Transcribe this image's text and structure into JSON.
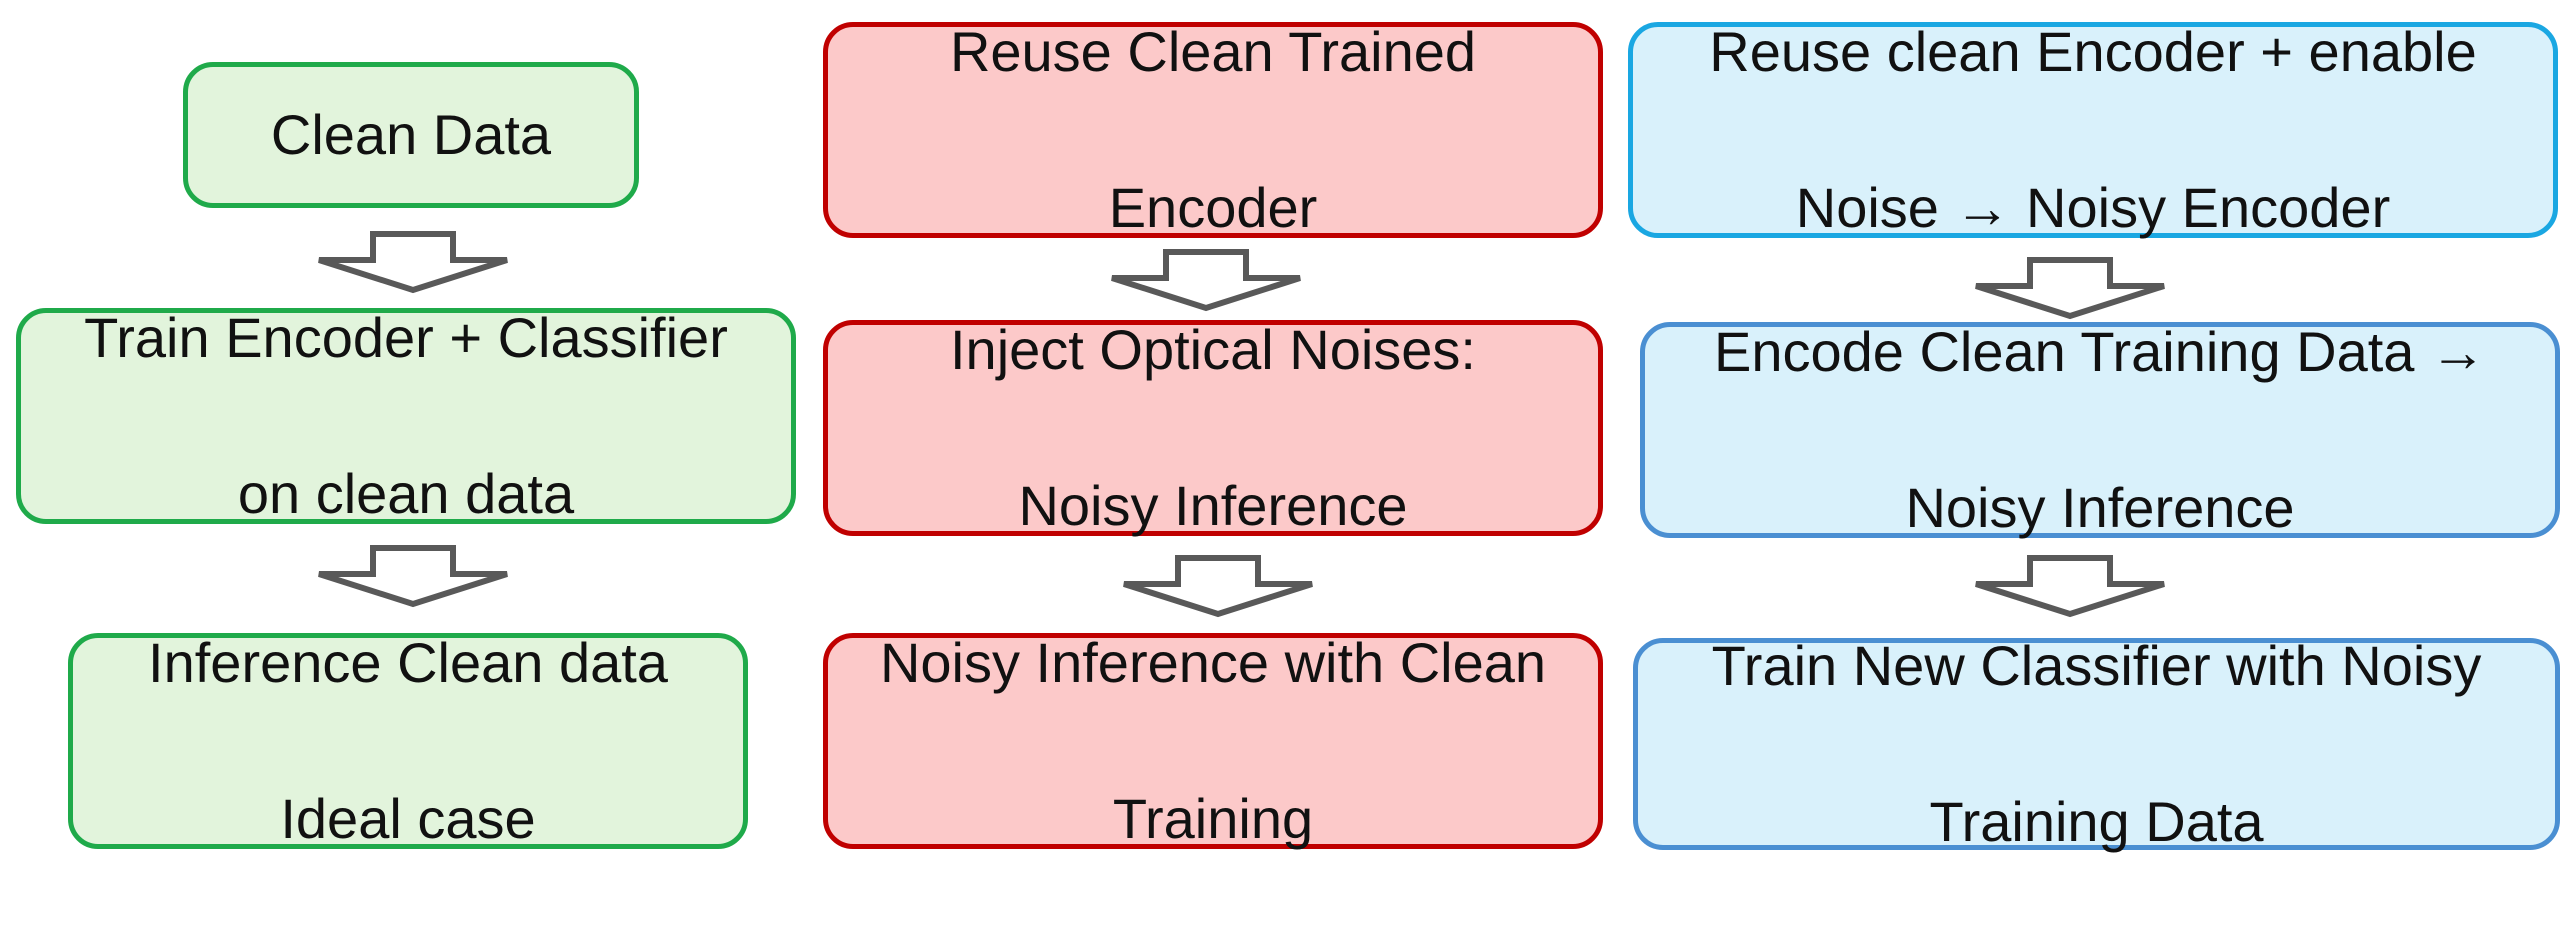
{
  "columns": [
    {
      "name": "clean",
      "boxes": [
        {
          "line1": "Clean Data",
          "line2": ""
        },
        {
          "line1": "Train Encoder + Classifier",
          "line2": "on clean data"
        },
        {
          "line1": "Inference Clean data",
          "line2": "Ideal case"
        }
      ]
    },
    {
      "name": "noisy-inference",
      "boxes": [
        {
          "line1": "Reuse Clean Trained",
          "line2": "Encoder"
        },
        {
          "line1": "Inject Optical Noises:",
          "line2": "Noisy Inference"
        },
        {
          "line1": "Noisy Inference with Clean",
          "line2": "Training"
        }
      ]
    },
    {
      "name": "noisy-training",
      "boxes": [
        {
          "line1": "Reuse clean Encoder + enable",
          "line2": "Noise → Noisy Encoder"
        },
        {
          "line1": "Encode Clean Training Data →",
          "line2": "Noisy Inference"
        },
        {
          "line1": "Train New Classifier with Noisy",
          "line2": "Training Data"
        }
      ]
    }
  ],
  "colors": {
    "green_fill": "#e2f4dc",
    "green_border": "#1faa4a",
    "red_fill": "#fcc9c9",
    "red_border": "#c00000",
    "cyan_border": "#1aa7e2",
    "blue_fill": "#d9f1fb",
    "blue_border": "#4a8fd2",
    "arrow_stroke": "#595959"
  },
  "arrow_icon": "hollow-down-arrow-icon"
}
